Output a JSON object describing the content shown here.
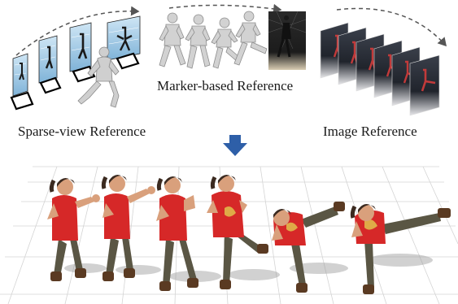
{
  "labels": {
    "sparse_view": "Sparse-view Reference",
    "marker_based": "Marker-based Reference",
    "image": "Image Reference"
  },
  "colors": {
    "arrow_dashed": "#555555",
    "down_arrow": "#2e5fa8",
    "shirt": "#d62828",
    "pants": "#5a5644",
    "skin": "#d9a07c",
    "hair": "#3b2a20",
    "boots": "#5a3a22",
    "gray_model": "#c8c8c8",
    "panel_sky": "#a9d3ec",
    "grid_line": "#cfcfcf"
  },
  "icons": [
    "dashed-arc-arrow",
    "down-arrow-icon",
    "camera-frustum-icon"
  ]
}
